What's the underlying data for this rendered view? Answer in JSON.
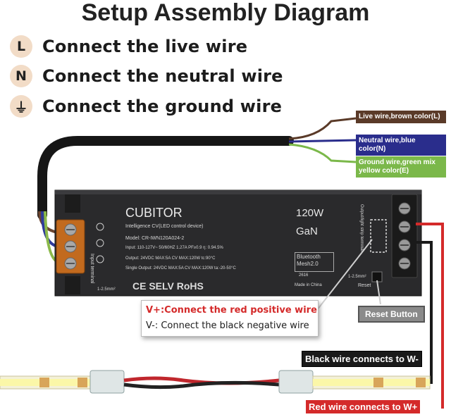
{
  "title": "Setup Assembly Diagram",
  "steps": [
    {
      "symbol": "L",
      "text": "Connect the live wire"
    },
    {
      "symbol": "N",
      "text": "Connect the neutral wire"
    },
    {
      "symbol": "⏚",
      "text": "Connect the ground wire"
    }
  ],
  "wire_labels": {
    "live": "Live wire,brown color(L)",
    "neutral": "Neutral wire,blue color(N)",
    "ground": "Ground wire,green mix yellow color(E)"
  },
  "device": {
    "brand": "CUBITOR",
    "subtitle": "Intelligence CV(LED control device)",
    "model": "Model: CR-IWN120A024-2",
    "input": "Input: 110-127V~ 50/60HZ 1.27A PF≥0.9 η: 0.94.5%",
    "output": "Output: 24VDC MAX:5A CV MAX:120W tc:90°C",
    "single_output": "Single Output: 24VDC MAX:5A CV MAX:120W ta:-20-50°C",
    "power": "120W",
    "tech": "GaN",
    "bluetooth": "Bluetooth Mesh2.0",
    "code": "2616",
    "made_in": "Made in China",
    "marks": "CE SELV RoHS",
    "input_terminal": "Input terminal",
    "output_terminal": "Output/light strip terminal",
    "wire_size_left": "1-2.5mm²",
    "wire_size_right": "1-2.5mm²",
    "reset_text": "Reset"
  },
  "callouts": {
    "positive": "V+:Connect the red positive wire",
    "negative": "V-: Connect the black negative wire",
    "reset_button": "Reset Button",
    "black_wire": "Black wire connects to W-",
    "red_wire": "Red wire connects to W+"
  },
  "colors": {
    "live": "#5a3a28",
    "neutral": "#2a2d8c",
    "ground": "#7bb84a",
    "red": "#d42a2a",
    "black": "#1a1a1a"
  }
}
